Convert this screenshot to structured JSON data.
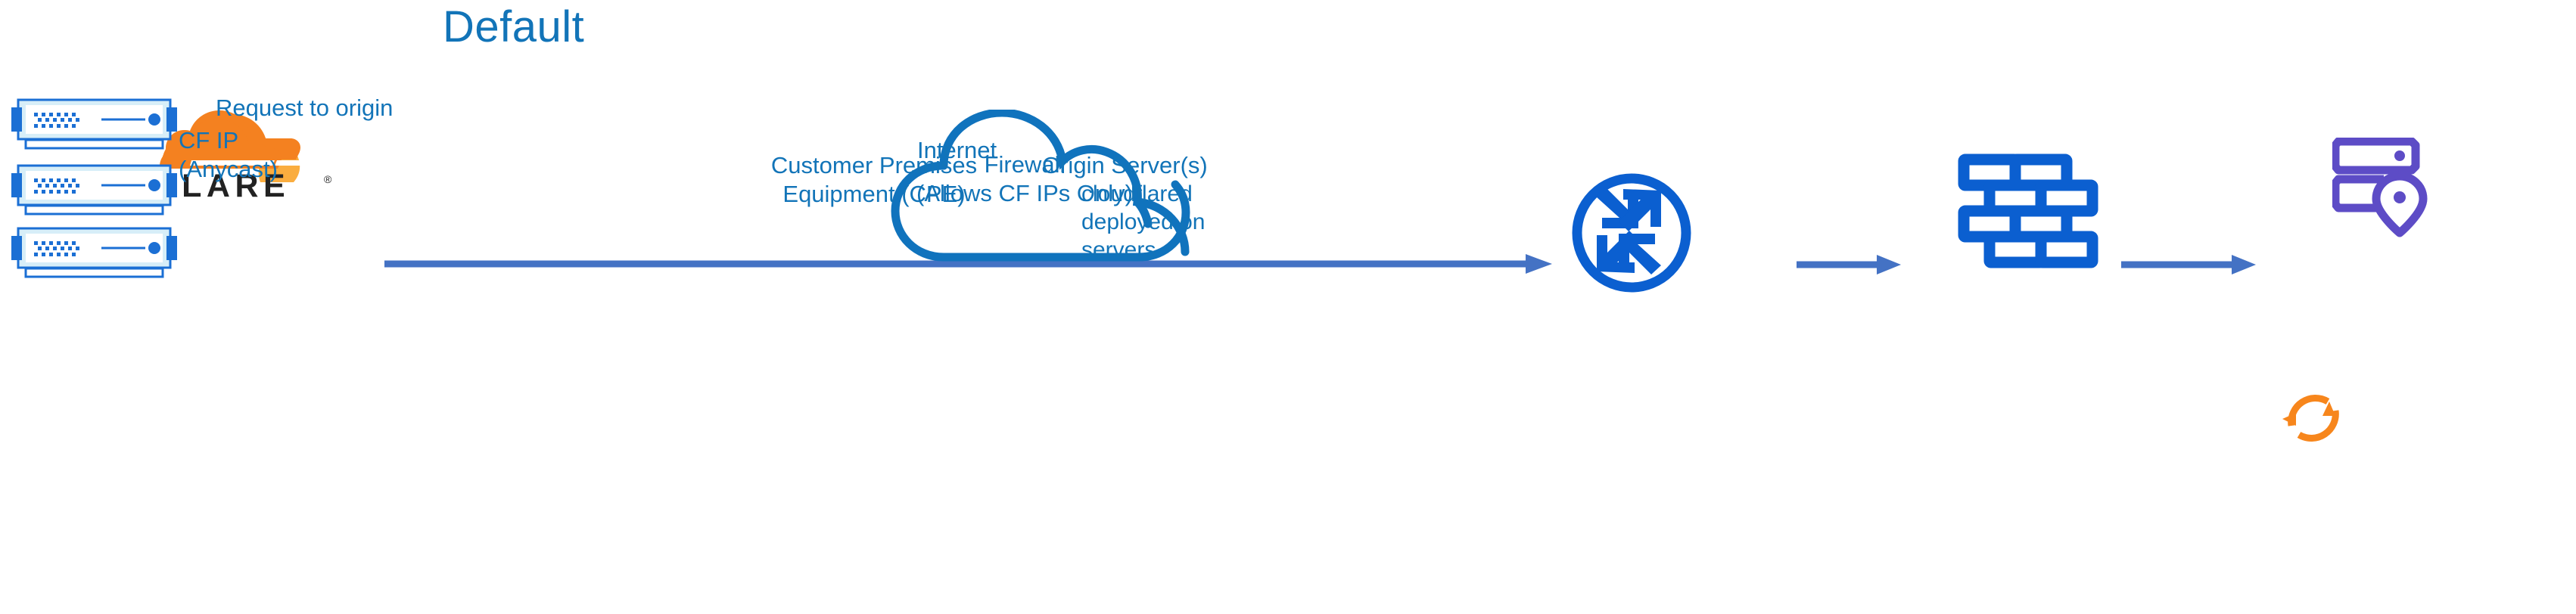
{
  "diagram": {
    "title": "Default",
    "type": "network-architecture-flow"
  },
  "colors": {
    "title_blue": "#1274b8",
    "label_blue": "#1274b8",
    "arrow_blue": "#4472c4",
    "icon_blue": "#0b5fd0",
    "cloud_outline_blue": "#1073bd",
    "origin_purple": "#5d4cc6",
    "cloudflare_orange": "#f48120",
    "cloudflare_orange_light": "#faad3f",
    "logo_text_black": "#222222",
    "server_body": "#d7eef8",
    "server_edge": "#1b6fd4"
  },
  "brand": {
    "logo_wordmark": "CLOUDFLARE",
    "logo_registered_mark": "®",
    "logo_icon_name": "cloudflare-cloud-logo"
  },
  "servers": {
    "count": 3,
    "icon_name": "cloudflare-edge-server",
    "items": [
      {
        "name": "cf-edge-server-1"
      },
      {
        "name": "cf-edge-server-2"
      },
      {
        "name": "cf-edge-server-3"
      }
    ]
  },
  "flow": {
    "request_label": "Request to origin",
    "source_ip_label": "CF IP\n(Anycast)",
    "source_ip_line1": "CF IP",
    "source_ip_line2": "(Anycast)",
    "arrows": [
      {
        "name": "arrow-cloudflare-to-cpe",
        "from": "cloudflare-edge",
        "to": "customer-premises-equipment"
      },
      {
        "name": "arrow-cpe-to-firewall",
        "from": "customer-premises-equipment",
        "to": "firewall"
      },
      {
        "name": "arrow-firewall-to-origin",
        "from": "firewall",
        "to": "origin-server"
      }
    ]
  },
  "nodes": {
    "internet": {
      "label": "Internet",
      "icon_name": "cloud-icon"
    },
    "cpe": {
      "label_line1": "Customer Premises",
      "label_line2": "Equipment (CPE)",
      "label": "Customer Premises\nEquipment (CPE)",
      "icon_name": "router-four-arrows-circle-icon"
    },
    "firewall": {
      "label_line1": "Firewall",
      "label_line2": "(Allows CF IPs Only)",
      "label": "Firewall\n(Allows CF IPs Only)",
      "icon_name": "brick-wall-firewall-icon"
    },
    "origin": {
      "label": "Origin Server(s)",
      "icon_name": "server-rack-location-pin-icon"
    },
    "cloudflared": {
      "label_line1": "cloudflared",
      "label_line2": "deployed on",
      "label_line3": "servers",
      "label": "cloudflared\ndeployed on\nservers",
      "icon_name": "sync-circular-arrows-icon"
    }
  }
}
